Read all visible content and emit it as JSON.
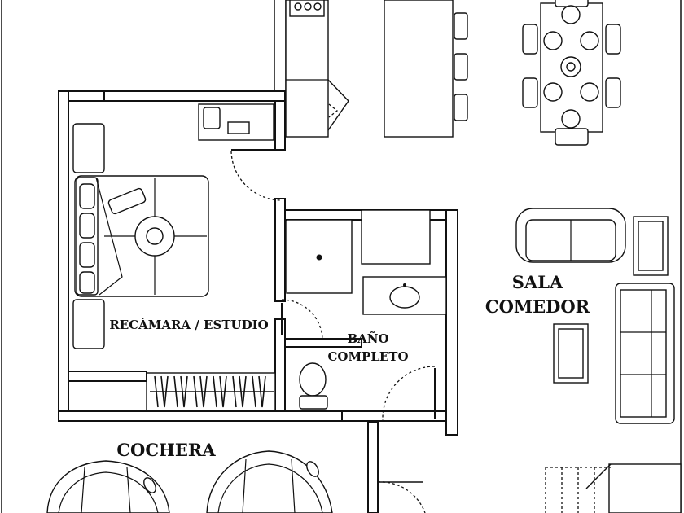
{
  "rooms": {
    "bedroom": "RECÁMARA / ESTUDIO",
    "bathroom_line1": "BAÑO",
    "bathroom_line2": "COMPLETO",
    "living_line1": "SALA",
    "living_line2": "COMEDOR",
    "garage": "COCHERA"
  },
  "icons": [
    "stove-icon",
    "bar-stool-icon",
    "dining-table-icon",
    "bed-icon",
    "nightstand-icon",
    "desk-icon",
    "shower-icon",
    "sink-icon",
    "toilet-icon",
    "closet-icon",
    "loveseat-icon",
    "sofa-icon",
    "side-table-icon",
    "coffee-table-icon",
    "car-icon",
    "door-icon"
  ],
  "colors": {
    "line": "#111111",
    "background": "#ffffff"
  }
}
